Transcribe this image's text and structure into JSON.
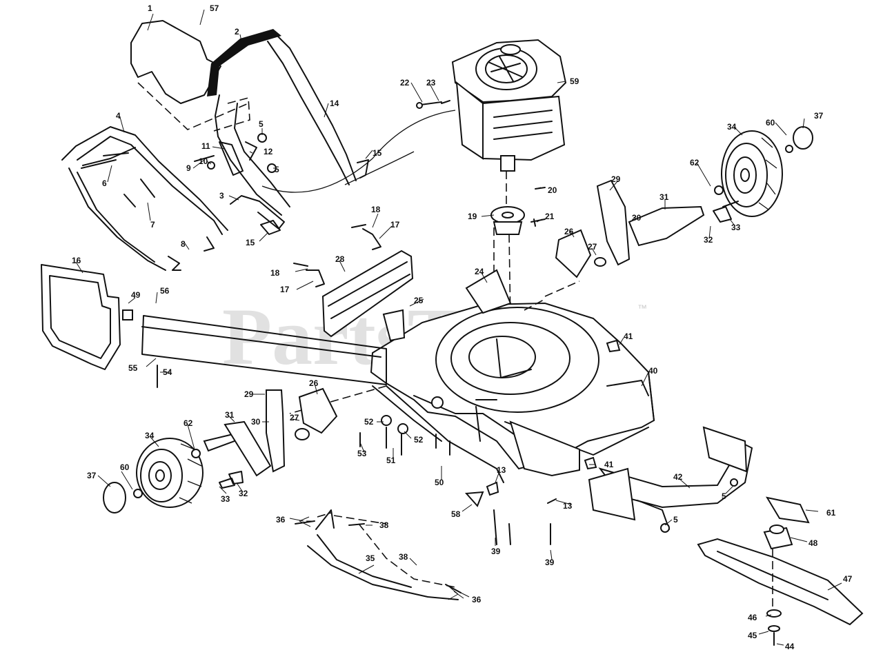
{
  "watermark": {
    "text": "PartsTree",
    "trademark": "™"
  },
  "callouts": [
    {
      "id": "c1",
      "label": "1"
    },
    {
      "id": "c57",
      "label": "57"
    },
    {
      "id": "c2",
      "label": "2"
    },
    {
      "id": "c14",
      "label": "14"
    },
    {
      "id": "c4",
      "label": "4"
    },
    {
      "id": "c5a",
      "label": "5"
    },
    {
      "id": "c11",
      "label": "11"
    },
    {
      "id": "c12",
      "label": "12"
    },
    {
      "id": "c9",
      "label": "9"
    },
    {
      "id": "c10",
      "label": "10"
    },
    {
      "id": "c5b",
      "label": "5"
    },
    {
      "id": "c6",
      "label": "6"
    },
    {
      "id": "c15a",
      "label": "15"
    },
    {
      "id": "c3",
      "label": "3"
    },
    {
      "id": "c7",
      "label": "7"
    },
    {
      "id": "c15b",
      "label": "15"
    },
    {
      "id": "c8",
      "label": "8"
    },
    {
      "id": "c16",
      "label": "16"
    },
    {
      "id": "c56",
      "label": "56"
    },
    {
      "id": "c49",
      "label": "49"
    },
    {
      "id": "c55",
      "label": "55"
    },
    {
      "id": "c54",
      "label": "54"
    },
    {
      "id": "c22",
      "label": "22"
    },
    {
      "id": "c23",
      "label": "23"
    },
    {
      "id": "c59",
      "label": "59"
    },
    {
      "id": "c20",
      "label": "20"
    },
    {
      "id": "c19",
      "label": "19"
    },
    {
      "id": "c21",
      "label": "21"
    },
    {
      "id": "c18a",
      "label": "18"
    },
    {
      "id": "c17a",
      "label": "17"
    },
    {
      "id": "c18b",
      "label": "18"
    },
    {
      "id": "c17b",
      "label": "17"
    },
    {
      "id": "c28",
      "label": "28"
    },
    {
      "id": "c24",
      "label": "24"
    },
    {
      "id": "c25",
      "label": "25"
    },
    {
      "id": "c34a",
      "label": "34"
    },
    {
      "id": "c60a",
      "label": "60"
    },
    {
      "id": "c37a",
      "label": "37"
    },
    {
      "id": "c62a",
      "label": "62"
    },
    {
      "id": "c29a",
      "label": "29"
    },
    {
      "id": "c31a",
      "label": "31"
    },
    {
      "id": "c30a",
      "label": "30"
    },
    {
      "id": "c26a",
      "label": "26"
    },
    {
      "id": "c27a",
      "label": "27"
    },
    {
      "id": "c32a",
      "label": "32"
    },
    {
      "id": "c33a",
      "label": "33"
    },
    {
      "id": "c41a",
      "label": "41"
    },
    {
      "id": "c40",
      "label": "40"
    },
    {
      "id": "c26b",
      "label": "26"
    },
    {
      "id": "c29b",
      "label": "29"
    },
    {
      "id": "c30b",
      "label": "30"
    },
    {
      "id": "c27b",
      "label": "27"
    },
    {
      "id": "c31b",
      "label": "31"
    },
    {
      "id": "c62b",
      "label": "62"
    },
    {
      "id": "c34b",
      "label": "34"
    },
    {
      "id": "c60b",
      "label": "60"
    },
    {
      "id": "c37b",
      "label": "37"
    },
    {
      "id": "c33b",
      "label": "33"
    },
    {
      "id": "c32b",
      "label": "32"
    },
    {
      "id": "c52a",
      "label": "52"
    },
    {
      "id": "c52b",
      "label": "52"
    },
    {
      "id": "c53",
      "label": "53"
    },
    {
      "id": "c51",
      "label": "51"
    },
    {
      "id": "c50",
      "label": "50"
    },
    {
      "id": "c41b",
      "label": "41"
    },
    {
      "id": "c13a",
      "label": "13"
    },
    {
      "id": "c58",
      "label": "58"
    },
    {
      "id": "c39a",
      "label": "39"
    },
    {
      "id": "c13b",
      "label": "13"
    },
    {
      "id": "c39b",
      "label": "39"
    },
    {
      "id": "c42",
      "label": "42"
    },
    {
      "id": "c5c",
      "label": "5"
    },
    {
      "id": "c5d",
      "label": "5"
    },
    {
      "id": "c61",
      "label": "61"
    },
    {
      "id": "c48",
      "label": "48"
    },
    {
      "id": "c47",
      "label": "47"
    },
    {
      "id": "c46",
      "label": "46"
    },
    {
      "id": "c45",
      "label": "45"
    },
    {
      "id": "c44",
      "label": "44"
    },
    {
      "id": "c36a",
      "label": "36"
    },
    {
      "id": "c38a",
      "label": "38"
    },
    {
      "id": "c35",
      "label": "35"
    },
    {
      "id": "c38b",
      "label": "38"
    },
    {
      "id": "c36b",
      "label": "36"
    }
  ]
}
